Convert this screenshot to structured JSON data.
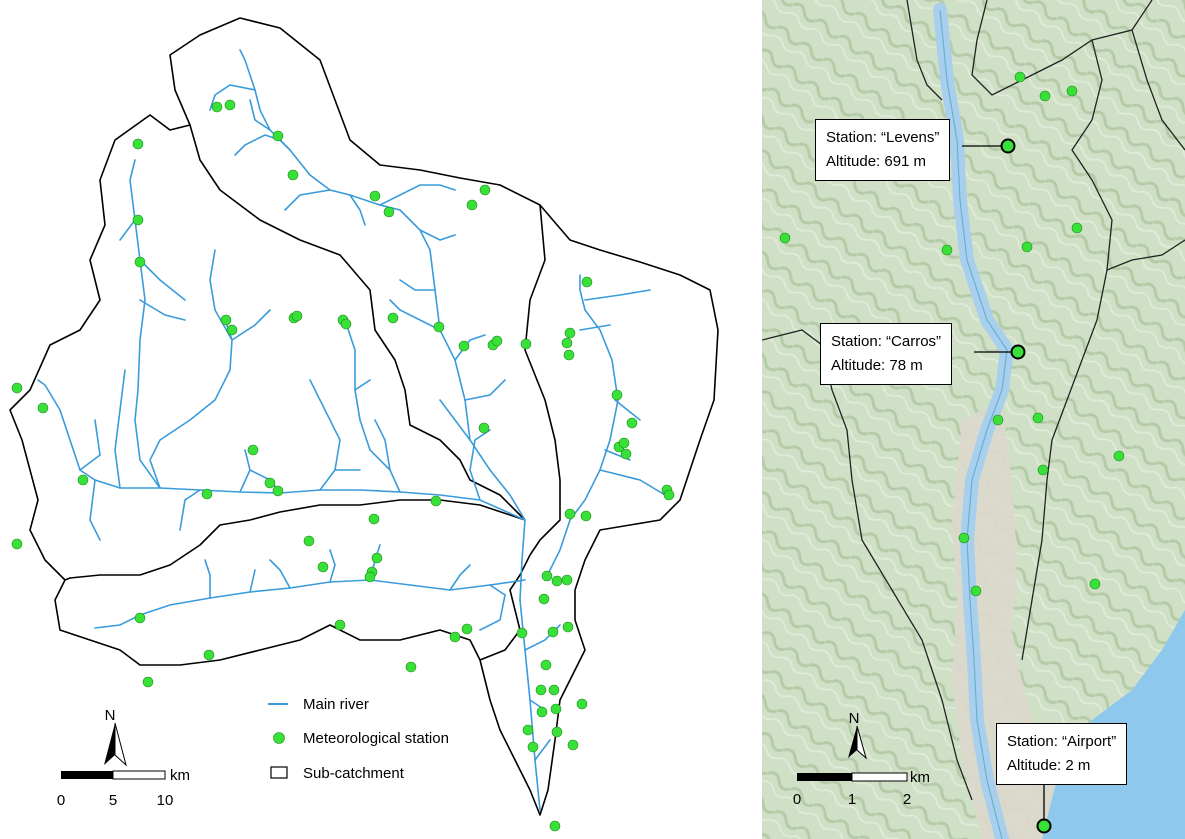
{
  "colors": {
    "river": "#3a9bdc",
    "station": "#38e038",
    "station_stroke": "#1a8a1a",
    "boundary": "#000000",
    "terrain": "#c8dcc0",
    "valley": "#b8d4e8",
    "sea": "#8ec8ec",
    "urban": "#d8d4cc"
  },
  "legend": {
    "river_label": "Main river",
    "station_label": "Meteorological station",
    "catchment_label": "Sub-catchment"
  },
  "left_scale": {
    "ticks": [
      "0",
      "5",
      "10"
    ],
    "unit": "km",
    "north": "N"
  },
  "right_scale": {
    "ticks": [
      "0",
      "1",
      "2"
    ],
    "unit": "km",
    "north": "N"
  },
  "callouts": [
    {
      "name": "Levens",
      "line1": "Station: “Levens”",
      "line2": "Altitude: 691 m"
    },
    {
      "name": "Carros",
      "line1": "Station: “Carros”",
      "line2": "Altitude: 78 m"
    },
    {
      "name": "Airport",
      "line1": "Station: “Airport”",
      "line2": "Altitude: 2 m"
    }
  ],
  "icons": [
    "north-arrow-icon",
    "station-marker-icon",
    "river-line-icon",
    "catchment-box-icon"
  ]
}
